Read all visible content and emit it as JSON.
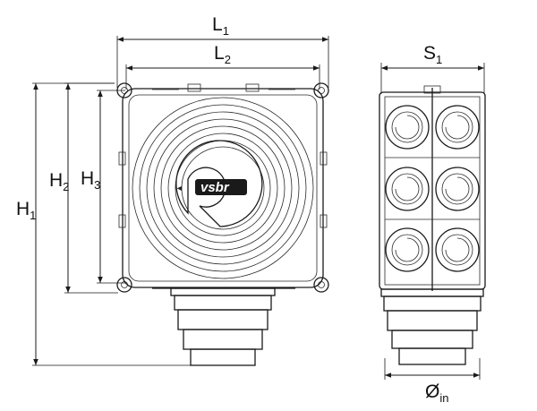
{
  "dimensions": {
    "L1": {
      "main": "L",
      "sub": "1"
    },
    "L2": {
      "main": "L",
      "sub": "2"
    },
    "S1": {
      "main": "S",
      "sub": "1"
    },
    "H1": {
      "main": "H",
      "sub": "1"
    },
    "H2": {
      "main": "H",
      "sub": "2"
    },
    "H3": {
      "main": "H",
      "sub": "3"
    },
    "Din": {
      "main": "Ø",
      "sub": "in"
    }
  },
  "logo_text": "vsbr",
  "colors": {
    "line": "#1a1a1a",
    "logo_fill": "#1a1a1a"
  }
}
